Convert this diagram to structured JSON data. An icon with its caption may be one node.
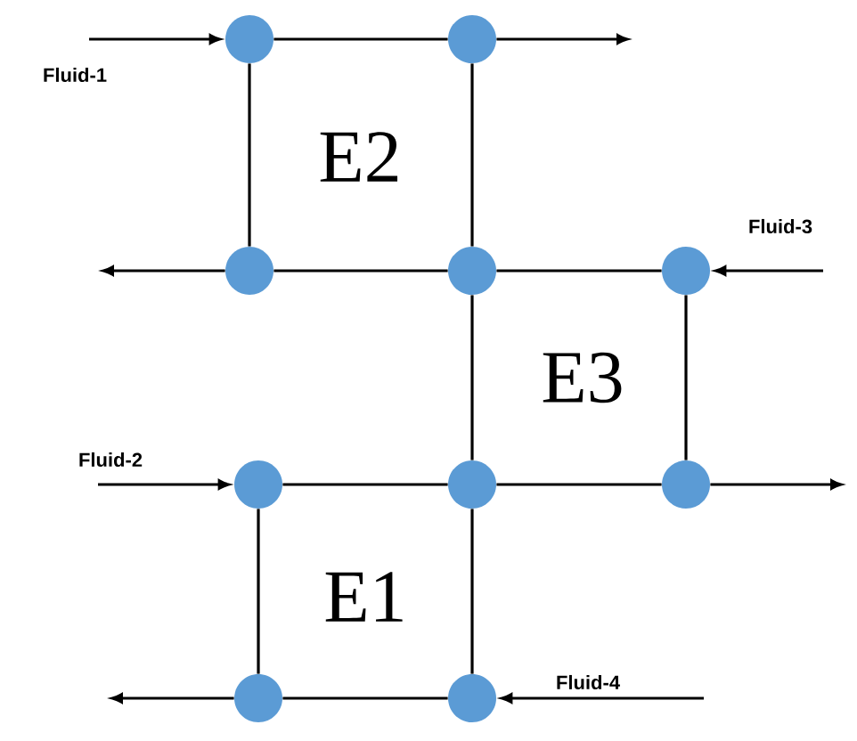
{
  "diagram": {
    "nodes": [
      {
        "text": [],
        "shape": "circle"
      },
      {
        "text": [],
        "shape": "circle"
      },
      {
        "text": [],
        "shape": "circle"
      },
      {
        "text": [],
        "shape": "circle"
      },
      {
        "text": [],
        "shape": "circle"
      },
      {
        "text": [],
        "shape": "circle"
      },
      {
        "text": [],
        "shape": "circle"
      },
      {
        "text": [],
        "shape": "circle"
      },
      {
        "text": [],
        "shape": "circle"
      },
      {
        "text": [],
        "shape": "circle"
      }
    ],
    "edges": [
      {
        "from": null,
        "to": 0,
        "arrow": "to",
        "label": "Fluid-1"
      },
      {
        "from": 0,
        "to": 1,
        "arrow": "none"
      },
      {
        "from": 1,
        "to": null,
        "arrow": "to"
      },
      {
        "from": 0,
        "to": 2,
        "arrow": "none"
      },
      {
        "from": 1,
        "to": 3,
        "arrow": "none"
      },
      {
        "from": 2,
        "to": null,
        "arrow": "to"
      },
      {
        "from": 2,
        "to": 3,
        "arrow": "none"
      },
      {
        "from": 3,
        "to": 4,
        "arrow": "none"
      },
      {
        "from": null,
        "to": 4,
        "arrow": "to",
        "label": "Fluid-3"
      },
      {
        "from": 3,
        "to": 6,
        "arrow": "none"
      },
      {
        "from": 4,
        "to": 7,
        "arrow": "none"
      },
      {
        "from": null,
        "to": 5,
        "arrow": "to",
        "label": "Fluid-2"
      },
      {
        "from": 5,
        "to": 6,
        "arrow": "none"
      },
      {
        "from": 6,
        "to": 7,
        "arrow": "none"
      },
      {
        "from": 7,
        "to": null,
        "arrow": "to"
      },
      {
        "from": 5,
        "to": 8,
        "arrow": "none"
      },
      {
        "from": 6,
        "to": 9,
        "arrow": "none"
      },
      {
        "from": 8,
        "to": null,
        "arrow": "to"
      },
      {
        "from": 8,
        "to": 9,
        "arrow": "none"
      },
      {
        "from": null,
        "to": 9,
        "arrow": "to",
        "label": "Fluid-4"
      }
    ],
    "labels": [
      "E2",
      "E3",
      "E1"
    ]
  }
}
